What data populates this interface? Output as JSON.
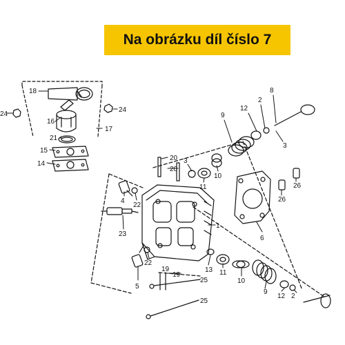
{
  "banner": {
    "text": "Na obrázku díl číslo 7",
    "color": "#f6c500"
  },
  "parts": {
    "p1": "1",
    "p2": "2",
    "p3": "3",
    "p4": "4",
    "p5": "5",
    "p6": "6",
    "p8": "8",
    "p9": "9",
    "p10": "10",
    "p11": "11",
    "p12": "12",
    "p13": "13",
    "p14": "14",
    "p15": "15",
    "p16": "16",
    "p17": "17",
    "p18": "18",
    "p19": "19",
    "p20": "20",
    "p21": "21",
    "p22": "22",
    "p23": "23",
    "p24": "24",
    "p25": "25",
    "p26": "26"
  }
}
